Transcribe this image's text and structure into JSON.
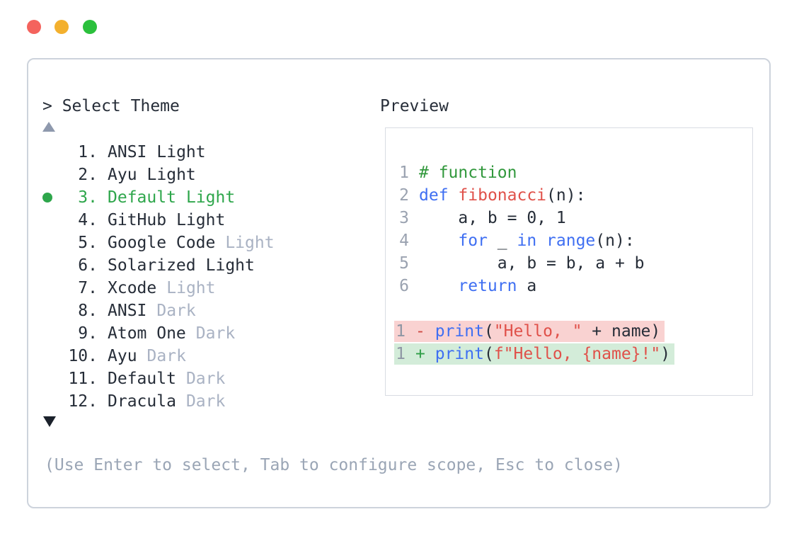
{
  "window_controls": {
    "close_color": "#f4635d",
    "minimize_color": "#f3b02e",
    "zoom_color": "#2bc03c"
  },
  "colors": {
    "text": "#262d38",
    "muted": "#a9b2c3",
    "hint": "#9aa5b5",
    "selected_green": "#2ea64b",
    "keyword_blue": "#3f6ff2",
    "string_red": "#e0514a",
    "comment_green": "#31983c",
    "line_number_gray": "#9aa2b0",
    "diff_removed_bg": "#f9d2d1",
    "diff_added_bg": "#d3ecd9",
    "panel_border": "#cdd3dc",
    "preview_border": "#d8dce3"
  },
  "icons": {
    "scroll_up": "triangle-up",
    "scroll_down": "triangle-down",
    "selected_bullet": "green-dot"
  },
  "picker": {
    "title": "> Select Theme",
    "hint": "(Use Enter to select, Tab to configure scope, Esc to close)",
    "selected_theme": "Default Light",
    "selected_index": 2,
    "themes": [
      {
        "num": "1.",
        "name": "ANSI",
        "variant": "Light",
        "selected": false,
        "variant_muted": false
      },
      {
        "num": "2.",
        "name": "Ayu",
        "variant": "Light",
        "selected": false,
        "variant_muted": false
      },
      {
        "num": "3.",
        "name": "Default",
        "variant": "Light",
        "selected": true,
        "variant_muted": false
      },
      {
        "num": "4.",
        "name": "GitHub",
        "variant": "Light",
        "selected": false,
        "variant_muted": false
      },
      {
        "num": "5.",
        "name": "Google Code",
        "variant": "Light",
        "selected": false,
        "variant_muted": true
      },
      {
        "num": "6.",
        "name": "Solarized",
        "variant": "Light",
        "selected": false,
        "variant_muted": false
      },
      {
        "num": "7.",
        "name": "Xcode",
        "variant": "Light",
        "selected": false,
        "variant_muted": true
      },
      {
        "num": "8.",
        "name": "ANSI",
        "variant": "Dark",
        "selected": false,
        "variant_muted": true
      },
      {
        "num": "9.",
        "name": "Atom One",
        "variant": "Dark",
        "selected": false,
        "variant_muted": true
      },
      {
        "num": "10.",
        "name": "Ayu",
        "variant": "Dark",
        "selected": false,
        "variant_muted": true
      },
      {
        "num": "11.",
        "name": "Default",
        "variant": "Dark",
        "selected": false,
        "variant_muted": true
      },
      {
        "num": "12.",
        "name": "Dracula",
        "variant": "Dark",
        "selected": false,
        "variant_muted": true
      }
    ]
  },
  "preview": {
    "label": "Preview",
    "code_lines": [
      {
        "num": "1",
        "tokens": [
          [
            "com",
            "# function"
          ]
        ]
      },
      {
        "num": "2",
        "tokens": [
          [
            "kw",
            "def"
          ],
          [
            "pl",
            " "
          ],
          [
            "fn",
            "fibonacci"
          ],
          [
            "pl",
            "(n):"
          ]
        ]
      },
      {
        "num": "3",
        "tokens": [
          [
            "pl",
            "    a, b = 0, 1"
          ]
        ]
      },
      {
        "num": "4",
        "tokens": [
          [
            "pl",
            "    "
          ],
          [
            "kw",
            "for"
          ],
          [
            "pl",
            " _ "
          ],
          [
            "kw",
            "in"
          ],
          [
            "pl",
            " "
          ],
          [
            "kw",
            "range"
          ],
          [
            "pl",
            "(n):"
          ]
        ]
      },
      {
        "num": "5",
        "tokens": [
          [
            "pl",
            "        a, b = b, a + b"
          ]
        ]
      },
      {
        "num": "6",
        "tokens": [
          [
            "pl",
            "    "
          ],
          [
            "kw",
            "return"
          ],
          [
            "pl",
            " a"
          ]
        ]
      }
    ],
    "diff_lines": [
      {
        "num": "1",
        "kind": "removed",
        "sign": "-",
        "tokens": [
          [
            "kw",
            "print"
          ],
          [
            "pl",
            "("
          ],
          [
            "str",
            "\"Hello, \""
          ],
          [
            "pl",
            " + name)"
          ]
        ]
      },
      {
        "num": "1",
        "kind": "added",
        "sign": "+",
        "tokens": [
          [
            "kw",
            "print"
          ],
          [
            "pl",
            "("
          ],
          [
            "str",
            "f\"Hello, {name}!\""
          ],
          [
            "pl",
            ")"
          ]
        ]
      }
    ]
  }
}
